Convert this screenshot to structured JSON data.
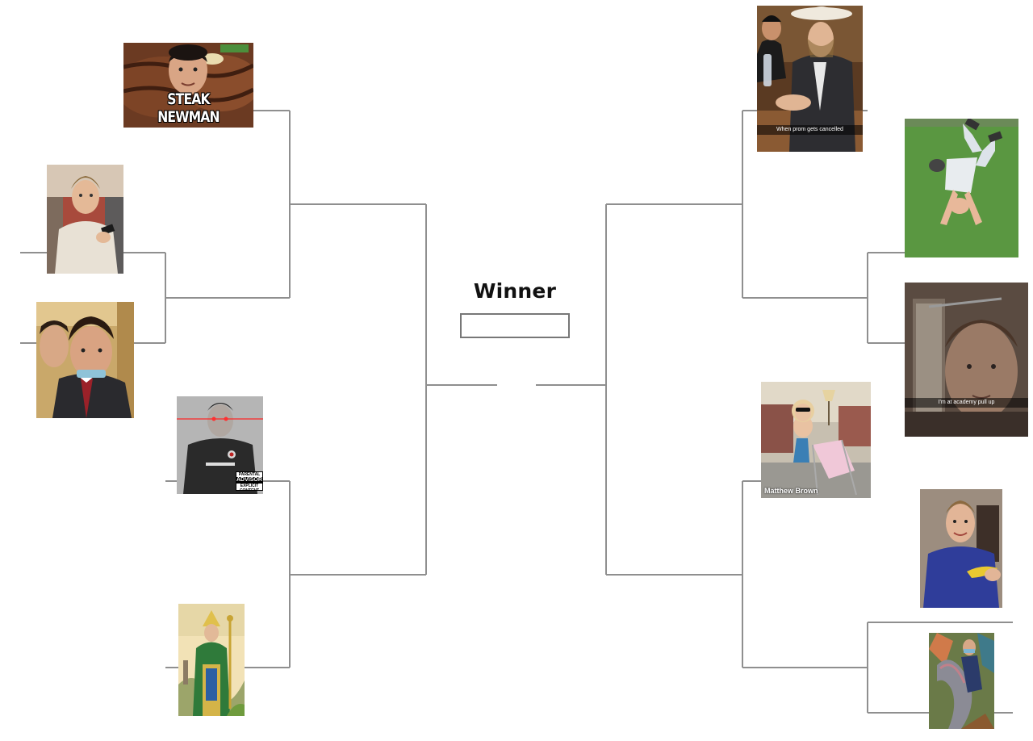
{
  "winner": {
    "title": "Winner",
    "value": ""
  },
  "captions": {
    "steak": "STEAK NEWMAN",
    "prom": "When prom gets cancelled",
    "academy": "I'm at academy pull up",
    "matthew": "Matthew Brown",
    "advisory_top": "PARENTAL",
    "advisory_big": "ADVISORY",
    "advisory_bottom": "EXPLICIT CONTENT"
  },
  "colors": {
    "bracket_line": "#8f8f8f",
    "winner_box_border": "#777777",
    "background": "#ffffff"
  }
}
